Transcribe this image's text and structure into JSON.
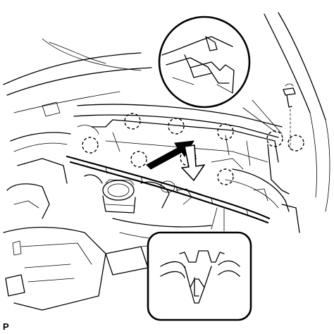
{
  "figure": {
    "code_label": "P"
  },
  "callouts": [
    {
      "name": "clip-detail-top"
    },
    {
      "name": "clip-detail-bottom"
    }
  ],
  "clip_locations_count": 9,
  "direction_arrows_count": 2
}
